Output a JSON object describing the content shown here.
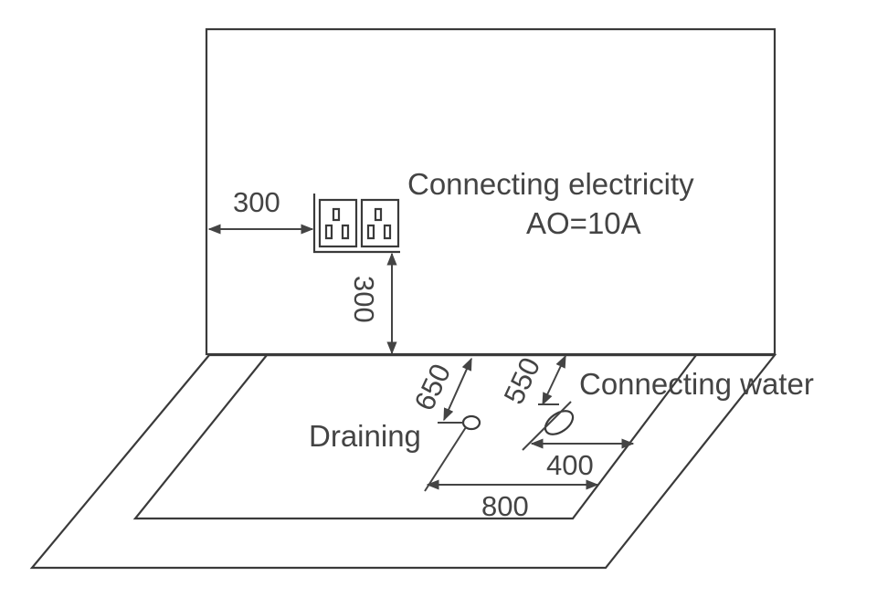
{
  "labels": {
    "electricity_line1": "Connecting electricity",
    "electricity_line2": "AO=10A",
    "water": "Connecting water",
    "draining": "Draining"
  },
  "dimensions": {
    "socket_side": "300",
    "socket_height": "300",
    "drain_depth": "650",
    "water_depth": "550",
    "water_side": "400",
    "drain_width": "800"
  },
  "colors": {
    "line": "#3a3a3a",
    "text": "#444444"
  }
}
